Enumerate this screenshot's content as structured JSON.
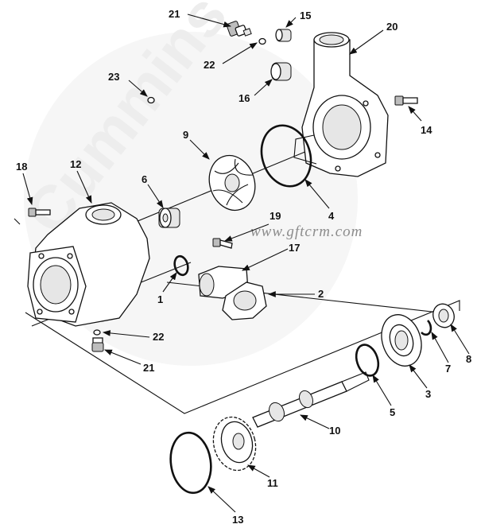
{
  "watermark": {
    "site": "www.gftcrm.com",
    "brand": "Cummins"
  },
  "callouts": [
    {
      "id": "c21a",
      "label": "21"
    },
    {
      "id": "c15",
      "label": "15"
    },
    {
      "id": "c20",
      "label": "20"
    },
    {
      "id": "c22a",
      "label": "22"
    },
    {
      "id": "c23",
      "label": "23"
    },
    {
      "id": "c16",
      "label": "16"
    },
    {
      "id": "c14",
      "label": "14"
    },
    {
      "id": "c9",
      "label": "9"
    },
    {
      "id": "c18",
      "label": "18"
    },
    {
      "id": "c12",
      "label": "12"
    },
    {
      "id": "c6",
      "label": "6"
    },
    {
      "id": "c4",
      "label": "4"
    },
    {
      "id": "c19",
      "label": "19"
    },
    {
      "id": "c17",
      "label": "17"
    },
    {
      "id": "c1",
      "label": "1"
    },
    {
      "id": "c2",
      "label": "2"
    },
    {
      "id": "c22b",
      "label": "22"
    },
    {
      "id": "c21b",
      "label": "21"
    },
    {
      "id": "c8",
      "label": "8"
    },
    {
      "id": "c7",
      "label": "7"
    },
    {
      "id": "c3",
      "label": "3"
    },
    {
      "id": "c5",
      "label": "5"
    },
    {
      "id": "c10",
      "label": "10"
    },
    {
      "id": "c11",
      "label": "11"
    },
    {
      "id": "c13",
      "label": "13"
    }
  ]
}
